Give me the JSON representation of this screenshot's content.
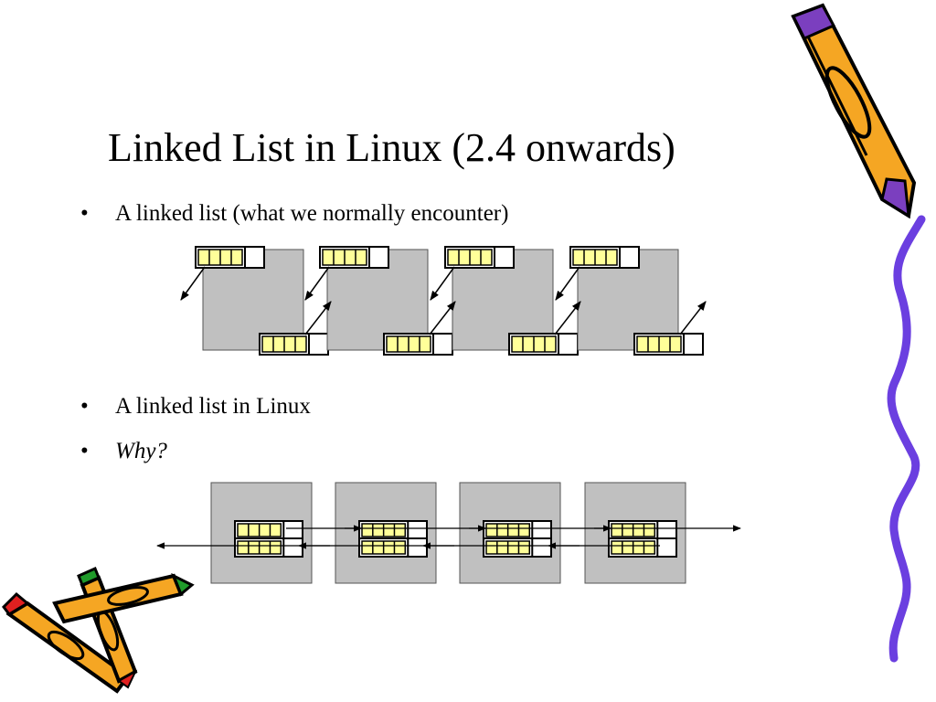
{
  "slide": {
    "title": "Linked List in Linux (2.4 onwards)",
    "bullets": [
      {
        "symbol": "•",
        "text": "A linked list (what we normally encounter)"
      },
      {
        "symbol": "•",
        "text": "A linked list in Linux"
      },
      {
        "symbol": "•",
        "text": "Why?"
      }
    ]
  },
  "diagram_top": {
    "node_count": 4,
    "node_fill": "#c0c0c0",
    "pointer_fill": "#ffff99"
  },
  "diagram_bottom": {
    "node_count": 4,
    "node_fill": "#c0c0c0",
    "pointer_fill": "#ffff99"
  },
  "decorations": {
    "pencil_body": "#f5a623",
    "wavy_line": "#6b3fe0",
    "pencil_tip_purple": "#7b3fbf",
    "pencil_tip_red": "#e02020",
    "pencil_tip_green": "#1f9a2a",
    "icons": [
      "crayon-clipart",
      "wavy-line-clipart",
      "crayons-clipart"
    ]
  }
}
